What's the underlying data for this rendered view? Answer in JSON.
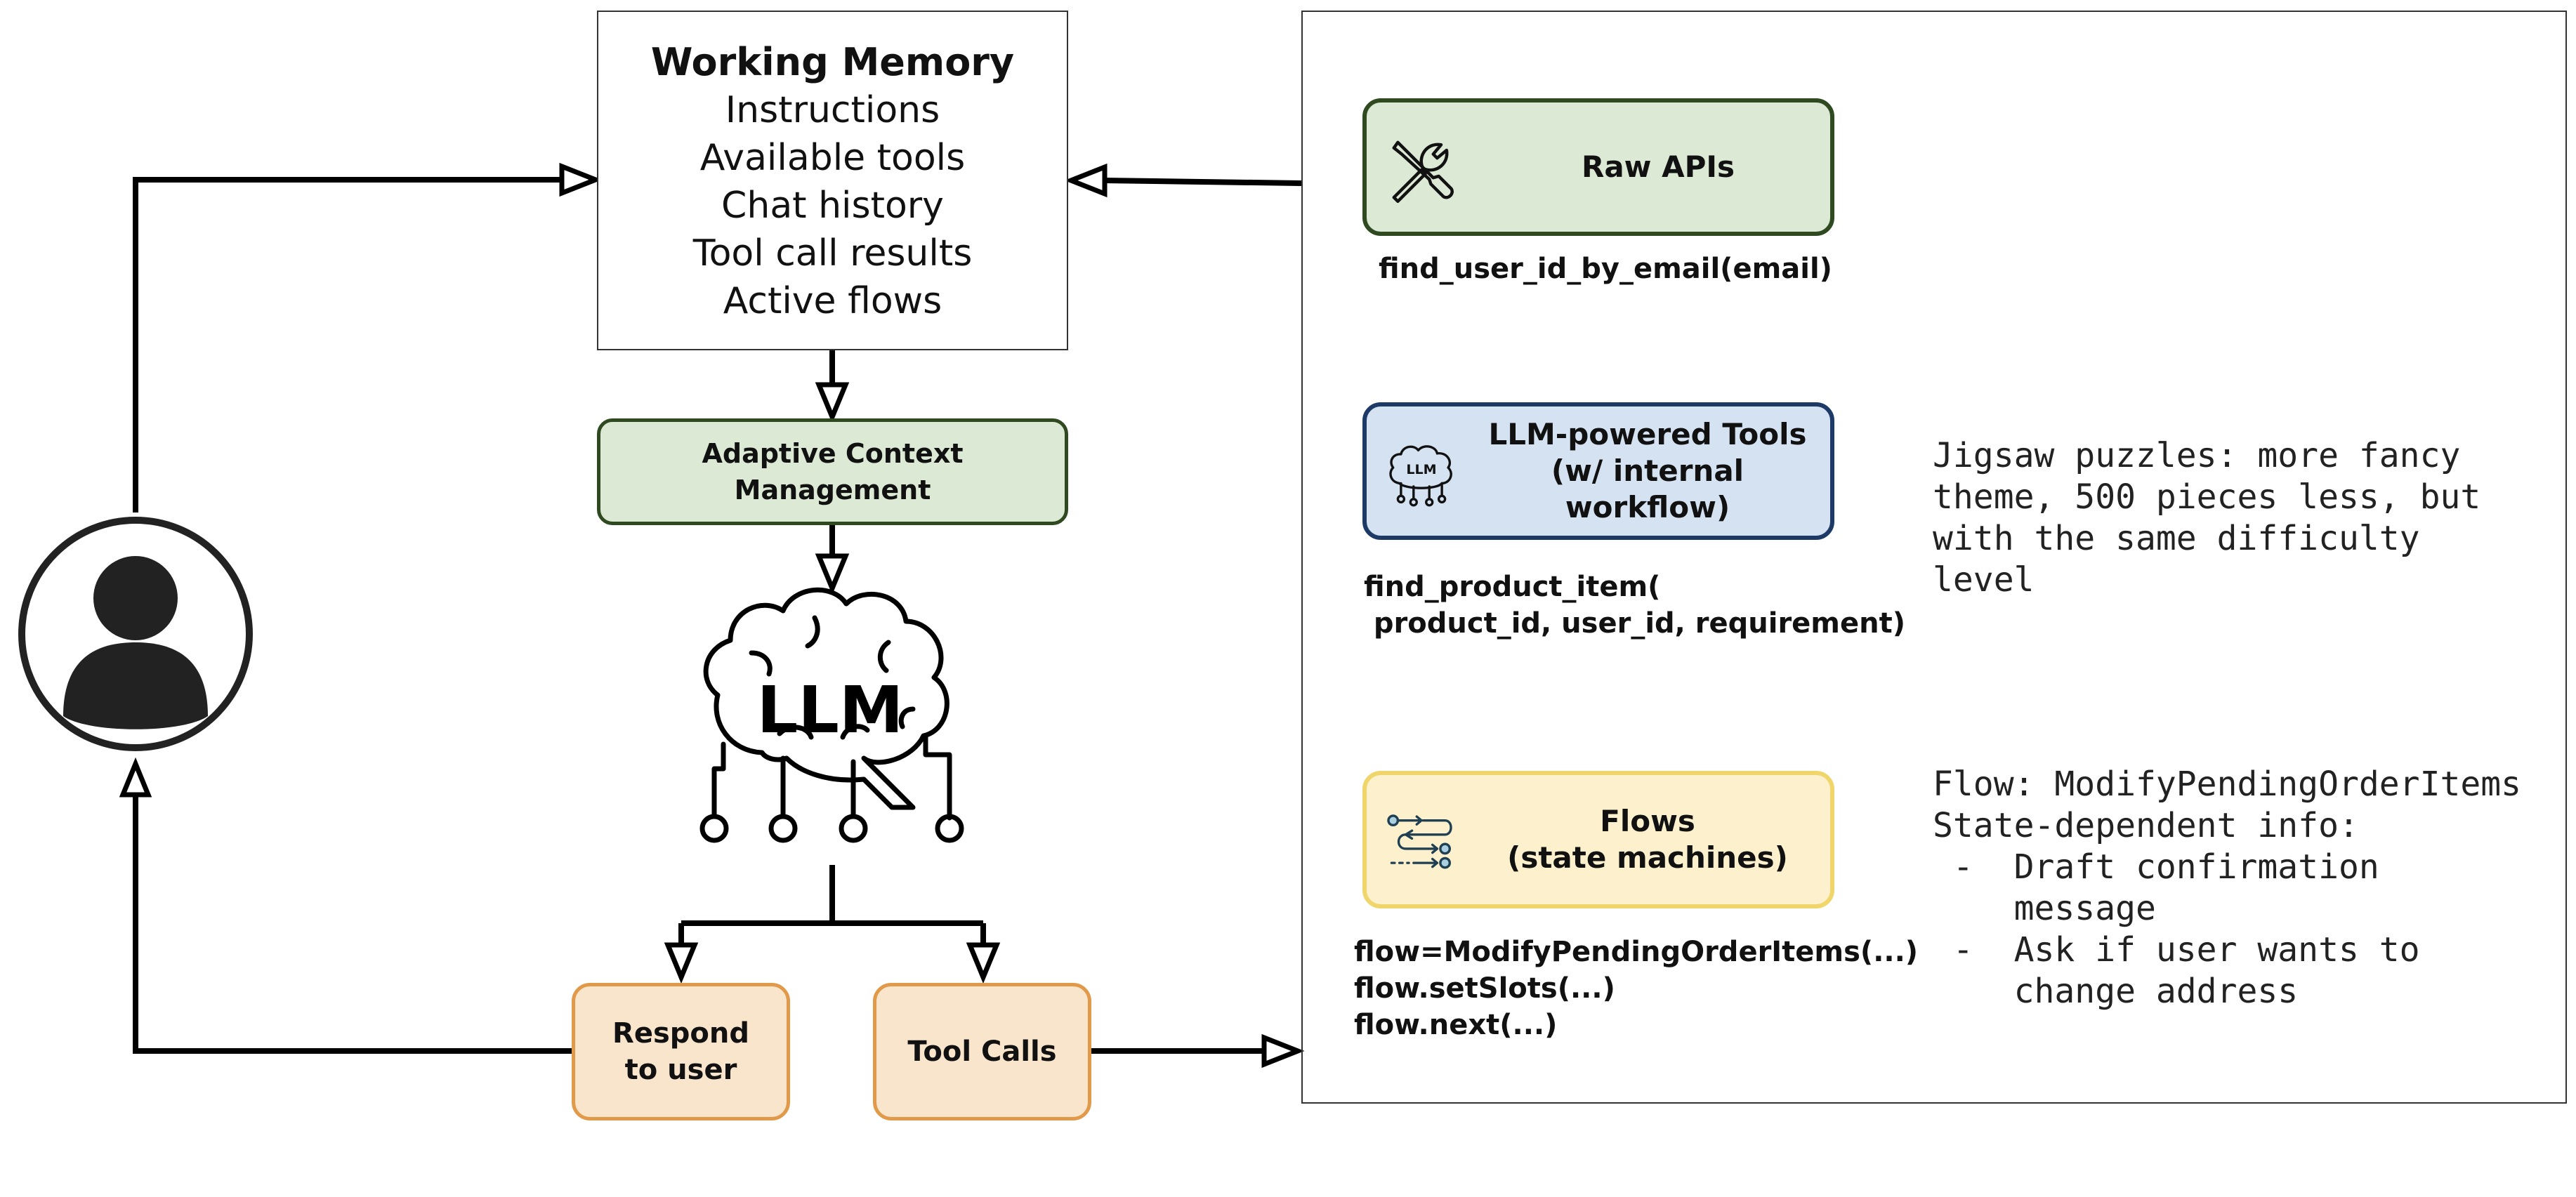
{
  "working_memory": {
    "title": "Working Memory",
    "items": [
      "Instructions",
      "Available tools",
      "Chat history",
      "Tool call results",
      "Active flows"
    ]
  },
  "adaptive_context": {
    "line1": "Adaptive Context",
    "line2": "Management"
  },
  "llm": {
    "label": "LLM"
  },
  "respond": {
    "line1": "Respond",
    "line2": "to user"
  },
  "tool_calls": {
    "label": "Tool Calls"
  },
  "raw_apis": {
    "label": "Raw APIs",
    "example": "find_user_id_by_email(email)"
  },
  "llm_tools": {
    "line1": "LLM-powered Tools",
    "line2": "(w/ internal workflow)",
    "icon_label": "LLM",
    "example_line1": "find_product_item(",
    "example_line2": " product_id, user_id, requirement)",
    "note": [
      "Jigsaw puzzles: more fancy",
      "theme, 500 pieces less, but",
      "with the same difficulty",
      "level"
    ]
  },
  "flows": {
    "line1": "Flows",
    "line2": "(state machines)",
    "example": [
      "flow=ModifyPendingOrderItems(...)",
      "flow.setSlots(...)",
      "flow.next(...)"
    ],
    "note": [
      "Flow: ModifyPendingOrderItems",
      "State-dependent info:",
      " -  Draft confirmation",
      "    message",
      " -  Ask if user wants to",
      "    change address"
    ]
  },
  "icons": [
    "user-avatar-icon",
    "brain-llm-icon",
    "tools-wrench-screwdriver-icon",
    "llm-brain-icon",
    "flow-state-machine-icon"
  ],
  "colors": {
    "green_fill": "#dce9d5",
    "green_border": "#2f4a21",
    "blue_fill": "#d5e2f2",
    "blue_border": "#1d3a66",
    "yellow_fill": "#fcf1cc",
    "yellow_border": "#f0d56b",
    "orange_fill": "#f9e4cc",
    "orange_border": "#e09a4a"
  }
}
